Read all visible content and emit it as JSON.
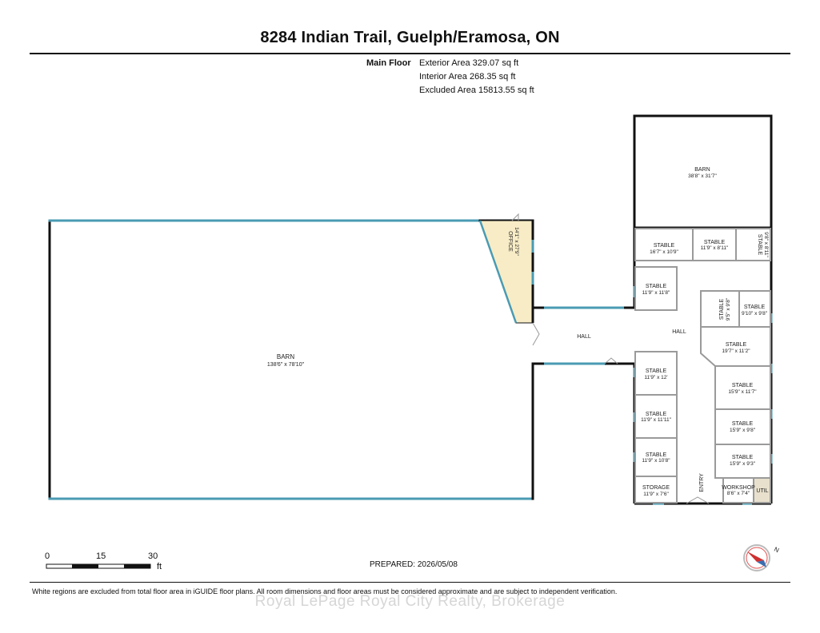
{
  "header": {
    "title": "8284 Indian Trail, Guelph/Eramosa, ON"
  },
  "floor": {
    "label": "Main Floor",
    "exterior_area": "Exterior Area 329.07 sq ft",
    "interior_area": "Interior Area 268.35 sq ft",
    "excluded_area": "Excluded Area 15813.55 sq ft"
  },
  "colors": {
    "wall": "#111111",
    "window": "#4a9bb3",
    "office_fill": "#f7ecc6",
    "interior_wall": "#9a9a9a"
  },
  "rooms": {
    "big_barn": {
      "name": "BARN",
      "dim": "138'6\" x 78'10\""
    },
    "office": {
      "name": "OFFICE",
      "dim": "14'1\" x 27'9\""
    },
    "hall_west": {
      "name": "HALL"
    },
    "hall_east": {
      "name": "HALL"
    },
    "barn_north": {
      "name": "BARN",
      "dim": "38'8\" x 31'7\""
    },
    "stable_1": {
      "name": "STABLE",
      "dim": "16'7\" x 10'9\""
    },
    "stable_2": {
      "name": "STABLE",
      "dim": "11'9\" x 8'11\""
    },
    "stable_3": {
      "name": "STABLE",
      "dim": "9'8\" x 8'11\""
    },
    "stable_4": {
      "name": "STABLE",
      "dim": "11'9\" x 11'8\""
    },
    "stable_5": {
      "name": "STABLE",
      "dim": "9'5\" x 9'8\""
    },
    "stable_6": {
      "name": "STABLE",
      "dim": "9'10\" x 9'8\""
    },
    "stable_7": {
      "name": "STABLE",
      "dim": "19'7\" x 11'2\""
    },
    "stable_8": {
      "name": "STABLE",
      "dim": "11'9\" x 12'"
    },
    "stable_9": {
      "name": "STABLE",
      "dim": "15'9\" x 11'7\""
    },
    "stable_10": {
      "name": "STABLE",
      "dim": "11'9\" x 11'11\""
    },
    "stable_11": {
      "name": "STABLE",
      "dim": "15'9\" x 9'8\""
    },
    "stable_12": {
      "name": "STABLE",
      "dim": "11'9\" x 10'8\""
    },
    "stable_13": {
      "name": "STABLE",
      "dim": "15'9\" x 9'3\""
    },
    "storage": {
      "name": "STORAGE",
      "dim": "11'9\" x 7'6\""
    },
    "entry": {
      "name": "ENTRY"
    },
    "workshop": {
      "name": "WORKSHOP",
      "dim": "8'6\" x 7'4\""
    },
    "util": {
      "name": "UTIL"
    }
  },
  "scale_bar": {
    "labels": [
      "0",
      "15",
      "30"
    ],
    "unit": "ft"
  },
  "compass": {
    "north_label": "N"
  },
  "prepared": "PREPARED: 2026/05/08",
  "disclaimer": "White regions are excluded from total floor area in iGUIDE floor plans. All room dimensions and floor areas must be considered approximate and are subject to independent verification.",
  "watermark": "Royal LePage Royal City Realty, Brokerage"
}
